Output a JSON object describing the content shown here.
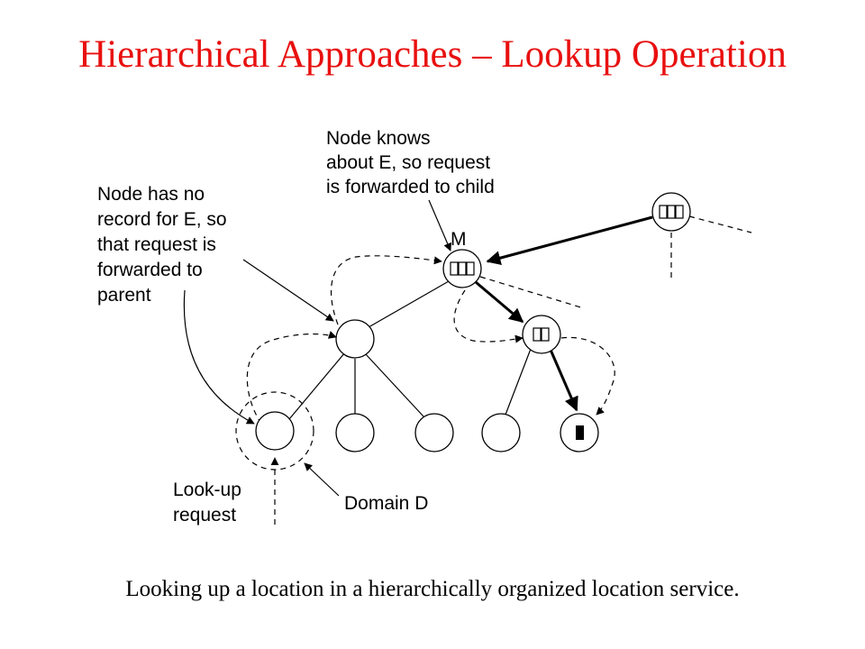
{
  "title": "Hierarchical Approaches – Lookup Operation",
  "caption": "Looking up a location in a hierarchically organized location service.",
  "labels": {
    "node_knows": [
      "Node knows",
      "about E, so request",
      "is forwarded to child"
    ],
    "no_record": [
      "Node has no",
      "record for E, so",
      "that request is",
      "forwarded to",
      "parent"
    ],
    "node_m": "M",
    "lookup": [
      "Look-up",
      "request"
    ],
    "domain": "Domain D"
  },
  "colors": {
    "title": "#e8100f",
    "text": "#000000"
  }
}
